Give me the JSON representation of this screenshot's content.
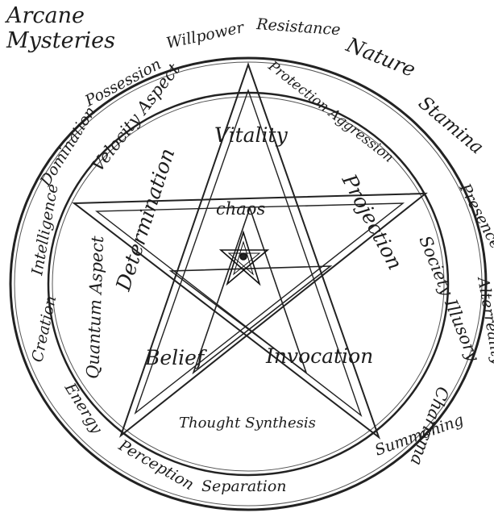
{
  "corner_title": {
    "line1": "Arcane",
    "line2": "Mysteries"
  },
  "ring_labels": {
    "willpower": "Willpower",
    "resistance": "Resistance",
    "nature": "Nature",
    "stamina": "Stamina",
    "presence": "Presence",
    "alterreality": "Alterreality",
    "charisma": "Charisma",
    "summoning": "Summoning",
    "separation": "Separation",
    "perception": "Perception",
    "energy": "Energy",
    "creation": "Creation",
    "intelligence": "Intelligence",
    "domination": "Domination",
    "possession": "Possession"
  },
  "inner_labels": {
    "velocity_aspect": "Velocity Aspect",
    "protection_aggression": "Protection Aggression",
    "vitality": "Vitality",
    "determination": "Determination",
    "projection": "Projection",
    "chaos": "chaos",
    "society_illusory": "Society Illusory",
    "quantum_aspect": "Quantum Aspect",
    "belief": "Belief",
    "invocation": "Invocation",
    "thought_synthesis": "Thought Synthesis"
  },
  "colors": {
    "ink": "#1d1d1d",
    "paper": "#ffffff"
  }
}
